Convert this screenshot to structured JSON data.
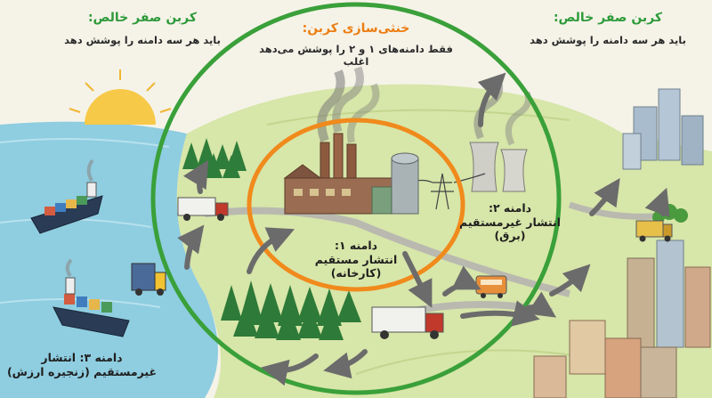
{
  "labels": {
    "net_zero_left_title": "کربن صفر خالص:",
    "net_zero_left_sub": "باید هر سه دامنه را پوشش دهد",
    "net_zero_right_title": "کربن صفر خالص:",
    "net_zero_right_sub": "باید هر سه دامنه را پوشش دهد",
    "carbon_neutral_title": "خنثی‌سازی کربن:",
    "carbon_neutral_sub": "فقط دامنه‌های ۱ و ۲ را پوشش می‌دهد اغلب",
    "scope1": [
      "دامنه ۱:",
      "انتشار مستقیم",
      "(کارخانه)"
    ],
    "scope2": [
      "دامنه ۲:",
      "انتشار غیرمستقیم",
      "(برق)"
    ],
    "scope3": [
      "دامنه ۳: انتشار",
      "غیرمستقیم (زنجیره ارزش)"
    ]
  },
  "colors": {
    "net_zero_title": "#2e9a3a",
    "carbon_neutral_title": "#ec7d12",
    "outer_ring": "#3aa03a",
    "inner_ring": "#f08a1c",
    "sea": "#8fcde0",
    "land": "#d6e4a8",
    "sky": "#f4f2e6"
  }
}
